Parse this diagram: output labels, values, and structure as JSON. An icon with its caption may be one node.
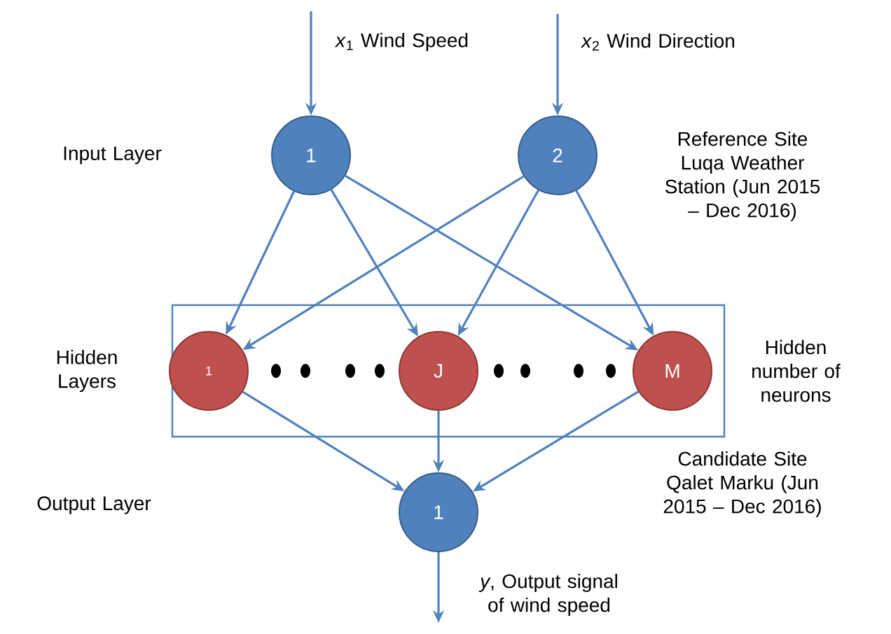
{
  "diagram": {
    "nodes": [
      {
        "text": [
          "1"
        ]
      },
      {
        "text": [
          "2"
        ]
      },
      {
        "text": [],
        "shape": "box"
      },
      {
        "text": [
          "1"
        ],
        "in": 2
      },
      {
        "text": [
          "J"
        ],
        "in": 2
      },
      {
        "text": [
          "M"
        ],
        "in": 2
      },
      {
        "text": [
          "1"
        ]
      }
    ],
    "edges": [
      {
        "from": null,
        "to": 0,
        "arrow": "to",
        "label": "*x*$_{1}$ Wind Speed"
      },
      {
        "from": null,
        "to": 1,
        "arrow": "to",
        "label": "*x*$_{2}$ Wind Direction"
      },
      {
        "from": 0,
        "to": 3,
        "arrow": "to"
      },
      {
        "from": 0,
        "to": 4,
        "arrow": "to"
      },
      {
        "from": 0,
        "to": 5,
        "arrow": "to"
      },
      {
        "from": 1,
        "to": 3,
        "arrow": "to"
      },
      {
        "from": 1,
        "to": 4,
        "arrow": "to"
      },
      {
        "from": 1,
        "to": 5,
        "arrow": "to"
      },
      {
        "from": 3,
        "to": 6,
        "arrow": "to"
      },
      {
        "from": 4,
        "to": 6,
        "arrow": "to"
      },
      {
        "from": 5,
        "to": 6,
        "arrow": "to"
      },
      {
        "from": 6,
        "to": null,
        "arrow": "to",
        "label": "*y*, Output signal of wind speed"
      }
    ],
    "labels": [
      "Reference Site Luqa Weather Station (Jun 2015 – Dec 2016)",
      "Input Layer",
      "Hidden Layers",
      "Hidden number of neurons",
      "Candidate Site Qalet Marku (Jun 2015 – Dec 2016)",
      "Output Layer"
    ]
  }
}
